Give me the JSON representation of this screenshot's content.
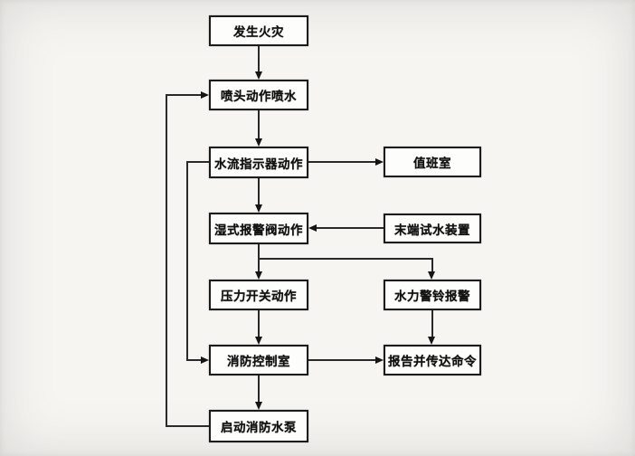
{
  "diagram": {
    "type": "flowchart",
    "nodes": {
      "fire": {
        "label": "发生火灾"
      },
      "sprinkler": {
        "label": "喷头动作喷水"
      },
      "flow_indicator": {
        "label": "水流指示器动作"
      },
      "duty_room": {
        "label": "值班室"
      },
      "wet_valve": {
        "label": "湿式报警阀动作"
      },
      "end_test": {
        "label": "末端试水装置"
      },
      "pressure_switch": {
        "label": "压力开关动作"
      },
      "hydraulic_bell": {
        "label": "水力警铃报警"
      },
      "control_room": {
        "label": "消防控制室"
      },
      "report": {
        "label": "报告并传达命令"
      },
      "start_pump": {
        "label": "启动消防水泵"
      }
    },
    "edges": [
      {
        "from": "fire",
        "to": "sprinkler"
      },
      {
        "from": "sprinkler",
        "to": "flow_indicator"
      },
      {
        "from": "flow_indicator",
        "to": "duty_room"
      },
      {
        "from": "flow_indicator",
        "to": "wet_valve"
      },
      {
        "from": "end_test",
        "to": "wet_valve"
      },
      {
        "from": "wet_valve",
        "to": "pressure_switch"
      },
      {
        "from": "wet_valve",
        "to": "hydraulic_bell"
      },
      {
        "from": "pressure_switch",
        "to": "control_room"
      },
      {
        "from": "hydraulic_bell",
        "to": "report"
      },
      {
        "from": "control_room",
        "to": "report"
      },
      {
        "from": "control_room",
        "to": "start_pump"
      },
      {
        "from": "flow_indicator",
        "to": "control_room"
      },
      {
        "from": "start_pump",
        "to": "sprinkler"
      }
    ],
    "colors": {
      "background": "#f6f5f2",
      "box_fill": "#fdfdfc",
      "box_border": "#1b1b1b",
      "line": "#2a2a2a",
      "text": "#111111"
    }
  }
}
